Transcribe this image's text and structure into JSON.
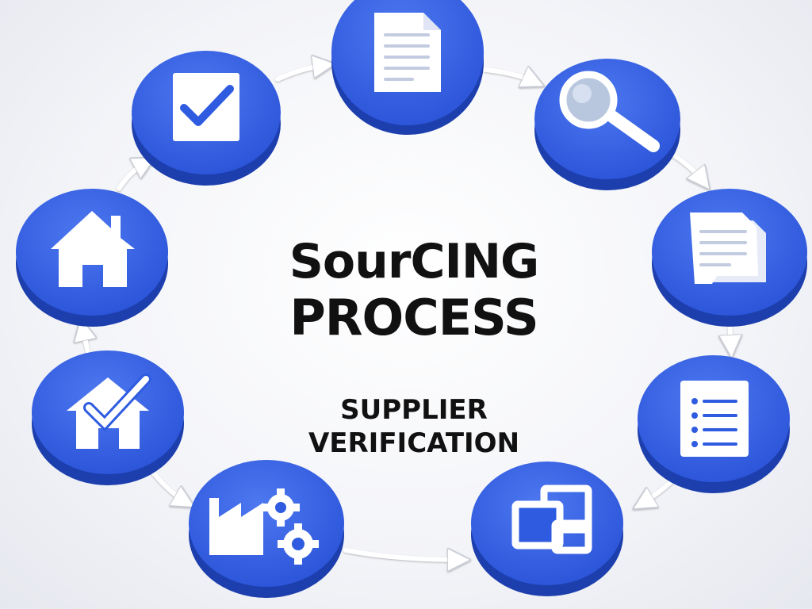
{
  "title_line1": "SourCING",
  "title_line2": "PROCESS",
  "subtitle_line1": "SUPPLIER",
  "subtitle_line2": "VERIFICATION",
  "colors": {
    "node": "#2e5be0",
    "node_shadow": "#1d3fae",
    "arrow": "#ffffff",
    "icon": "#ffffff",
    "text": "#111111"
  },
  "steps": [
    {
      "icon": "document-icon"
    },
    {
      "icon": "magnifier-icon"
    },
    {
      "icon": "documents-stack-icon"
    },
    {
      "icon": "list-icon"
    },
    {
      "icon": "windows-icon"
    },
    {
      "icon": "factory-gears-icon"
    },
    {
      "icon": "house-check-icon"
    },
    {
      "icon": "house-icon"
    },
    {
      "icon": "checkbox-icon"
    }
  ]
}
